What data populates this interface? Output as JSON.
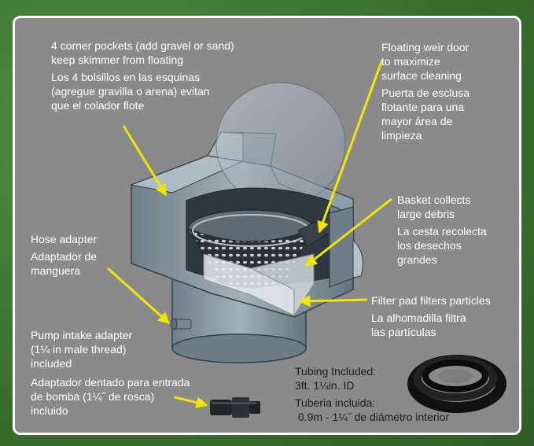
{
  "colors": {
    "panel": "#8a8a8a",
    "border": "#ffffff",
    "arrow": "#f2e600",
    "text": "#ffffff",
    "dark_text": "#1c1c1c"
  },
  "labels": {
    "corner_pockets_en_1": "4 corner pockets (add gravel or sand)",
    "corner_pockets_en_2": "keep skimmer from floating",
    "corner_pockets_es_1": "Los 4 bolsillos en las esquinas",
    "corner_pockets_es_2": "(agregue gravilla o arena) evitan",
    "corner_pockets_es_3": "que el colador flote",
    "weir_en_1": "Floating weir door",
    "weir_en_2": "to maximize",
    "weir_en_3": "surface cleaning",
    "weir_es_1": "Puerta de esclusa",
    "weir_es_2": "flotante para una",
    "weir_es_3": "mayor área de",
    "weir_es_4": "limpieza",
    "basket_en_1": "Basket collects",
    "basket_en_2": "large debris",
    "basket_es_1": "La cesta recolecta",
    "basket_es_2": "los desechos",
    "basket_es_3": "grandes",
    "hose_en": "Hose adapter",
    "hose_es_1": "Adaptador de",
    "hose_es_2": "manguera",
    "filter_en": "Filter pad filters particles",
    "filter_es_1": "La alhomadilla filtra",
    "filter_es_2": "las partículas",
    "pump_en_1": "Pump intake adapter",
    "pump_en_2": "(1¼ in male thread)",
    "pump_en_3": "included",
    "pump_es_1": "Adaptador dentado para entrada",
    "pump_es_2": "de bomba (1¼˝ de rosca)",
    "pump_es_3": "incluido",
    "tubing_en_1": "Tubing Included:",
    "tubing_en_2": "3ft. 1¼in. ID",
    "tubing_es_1": "Tuberia incluida:",
    "tubing_es_2": " 0.9m - 1¼˝ de diámetro interior"
  }
}
